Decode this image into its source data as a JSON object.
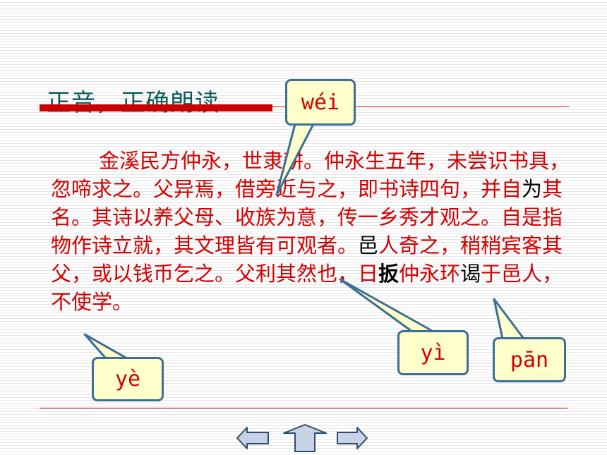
{
  "slide": {
    "title": "正音，正确朗读",
    "passage": {
      "p1": "金溪民方仲永，世隶耕。仲永生五年，未尝识书具，忽啼求之。父异焉，借旁近与之，即书诗四句，并自",
      "c1": "为",
      "p2": "其名。其诗以养父母、收族为意，传一乡秀才观之。自是指物作诗立就，其文理皆有可观者。",
      "c2": "邑",
      "p3": "人奇之，稍稍宾客其父，或以钱币乞之。父利其然也，日",
      "c3": "扳",
      "p4": "仲永环",
      "c4": "谒",
      "p5": "于邑人，不使学。"
    },
    "callouts": {
      "wei": "wéi",
      "yi": "yì",
      "pan": "pān",
      "ye": "yè"
    }
  },
  "colors": {
    "title": "#0d5c5c",
    "text": "#d40000",
    "highlight": "#000000",
    "accent_bar": "#cc0000",
    "callout_fill": "#ffffcc",
    "callout_border": "#3c6e96",
    "nav_fill": "#c8d2e6"
  },
  "icons": {
    "prev": "left-arrow-icon",
    "home": "up-arrow-icon",
    "next": "right-arrow-icon"
  }
}
